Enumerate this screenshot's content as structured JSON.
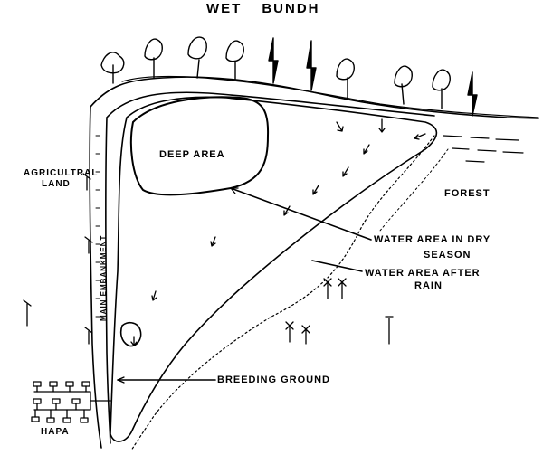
{
  "title": {
    "word1": "WET",
    "word2": "BUNDH"
  },
  "labels": {
    "deep_area": "DEEP AREA",
    "forest": "FOREST",
    "agricultural_land_line1": "AGRICULTRAL",
    "agricultural_land_line2": "LAND",
    "main_embankment": "MAIN EMBANKMENT",
    "water_dry_line1": "WATER   AREA IN DRY",
    "water_dry_line2": "SEASON",
    "water_rain_line1": "WATER  AREA  AFTER",
    "water_rain_line2": "RAIN",
    "breeding_ground": "BREEDING   GROUND",
    "hapa": "HAPA"
  },
  "colors": {
    "ink": "#000000",
    "paper": "#ffffff"
  }
}
